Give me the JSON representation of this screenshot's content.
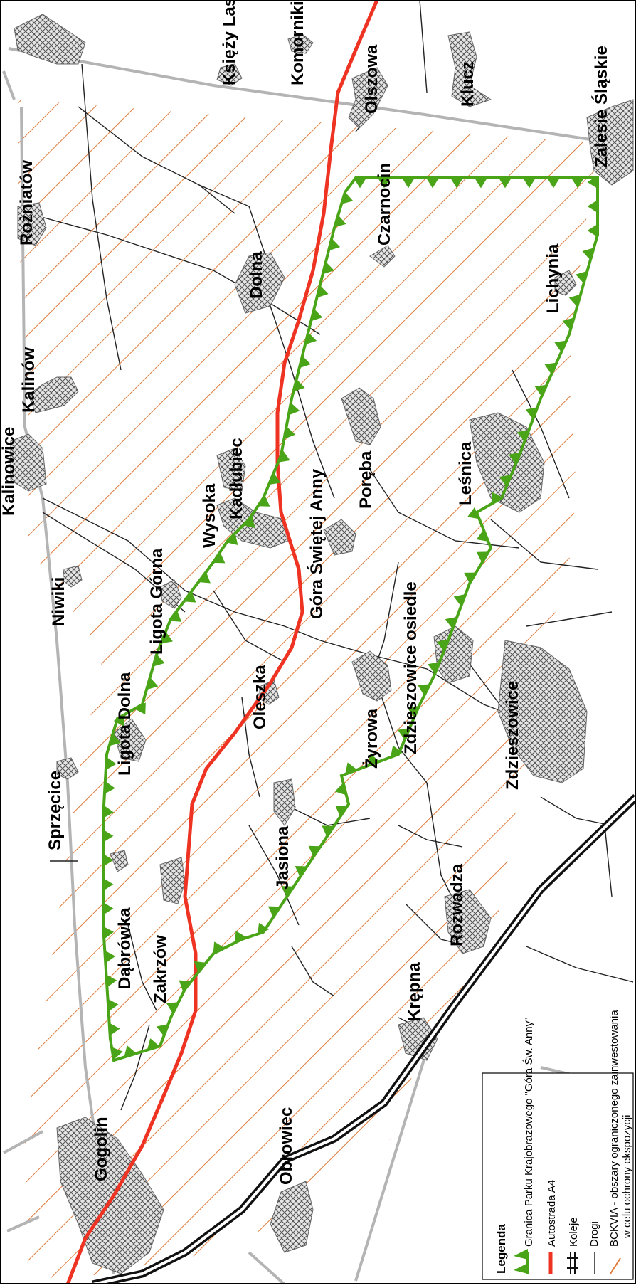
{
  "map": {
    "colors": {
      "park_boundary": "#4aa417",
      "motorway": "#ee3322",
      "railway": "#111111",
      "roads": "#222222",
      "restricted_area_hatch": "#e07a3a",
      "settlement_fill": "#888888",
      "outer_roads": "#b4b4b4"
    },
    "places": {
      "ksiezy_las": "Księży Las",
      "komorniki": "Komorniki",
      "olszowa": "Olszowa",
      "klucz": "Klucz",
      "zalesie_slaskie": "Zalesie Śląskie",
      "rozniatow": "Rożniatów",
      "dolna": "Dolna",
      "czarnocin": "Czarnocin",
      "lichynia": "Lichynia",
      "kalinow": "Kalinów",
      "kalinowice": "Kalinowice",
      "kadlubiec": "Kadłubiec",
      "wysoka": "Wysoka",
      "gora_sw_anny": "Góra Świętej Anny",
      "poreba": "Poręba",
      "lesnica": "Leśnica",
      "ligota_gorna": "Ligota Górna",
      "niwiki": "Niwiki",
      "zdzieszowice_osiedle": "Zdzieszowice osiedle",
      "zdzieszowice": "Zdzieszowice",
      "ligota_dolna": "Ligota Dolna",
      "oleszka": "Oleszka",
      "zyrowa": "Żyrowa",
      "sprzecice": "Sprzęcice",
      "jasiona": "Jasiona",
      "rozwadza": "Rozwadza",
      "dabrowka": "Dąbrówka",
      "zakrzow": "Zakrzów",
      "krepna": "Krępna",
      "gogolin": "Gogolin",
      "obrowiec": "Obrowiec"
    },
    "legend": {
      "title": "Legenda",
      "park_boundary": "Granica Parku Krajobrazowego \"Góra Św. Anny\"",
      "motorway": "Autostrada A4",
      "railway": "Koleje",
      "roads": "Drogi",
      "restricted_line1": "BCKVIA - obszary ograniczonego zainwestowania",
      "restricted_line2": "w celu ochrony ekspozycji"
    }
  }
}
